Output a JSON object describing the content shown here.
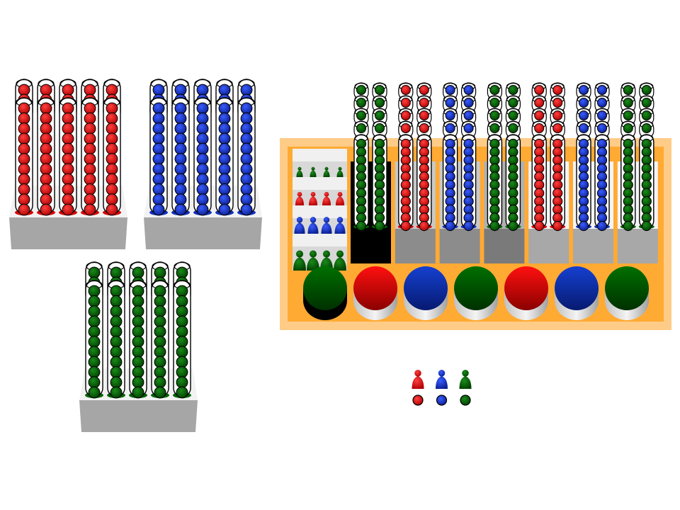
{
  "colors": {
    "red": "#e00000",
    "blue": "#1030c0",
    "green": "#006400",
    "tray_outer": "#ffcc88",
    "tray_inner": "#ffaa33"
  },
  "blocks": [
    {
      "color": "red",
      "tubes": 5
    },
    {
      "color": "blue",
      "tubes": 5
    },
    {
      "color": "green",
      "tubes": 5
    }
  ],
  "tray": {
    "pawn_rows": [
      "green",
      "red",
      "blue",
      "green"
    ],
    "columns": [
      {
        "color": "green",
        "base": "black"
      },
      {
        "color": "red",
        "base": "gray"
      },
      {
        "color": "blue",
        "base": "gray"
      },
      {
        "color": "green",
        "base": "dark-gray"
      },
      {
        "color": "red",
        "base": "white"
      },
      {
        "color": "blue",
        "base": "white"
      },
      {
        "color": "green",
        "base": "white"
      }
    ]
  },
  "loose_pawns": [
    "red",
    "blue",
    "green"
  ]
}
